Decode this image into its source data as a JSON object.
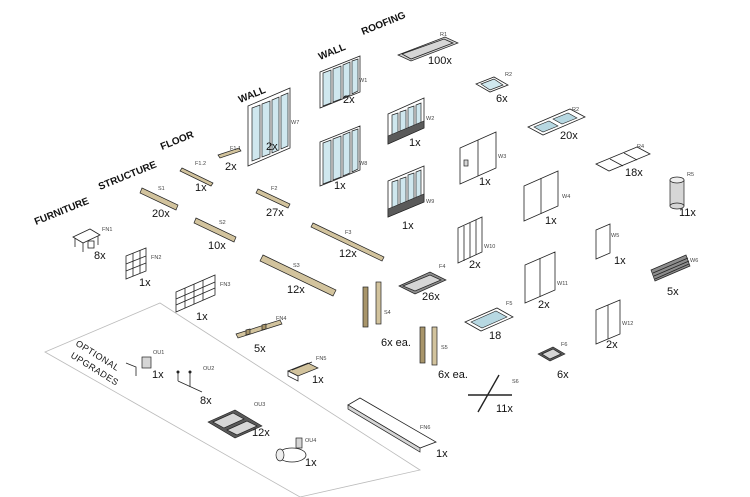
{
  "categories": {
    "furniture": "FURNITURE",
    "structure": "STRUCTURE",
    "floor": "FLOOR",
    "wall1": "WALL",
    "wall2": "WALL",
    "roofing": "ROOFING"
  },
  "optional_upgrades": {
    "line1": "OPTIONAL",
    "line2": "UPGRADES"
  },
  "parts": {
    "R1": {
      "code": "R1",
      "qty": "100x"
    },
    "R2a": {
      "code": "R2",
      "qty": "6x"
    },
    "R2b": {
      "code": "R2",
      "qty": "20x"
    },
    "R4": {
      "code": "R4",
      "qty": "18x"
    },
    "R5": {
      "code": "R5",
      "qty": "11x"
    },
    "W1": {
      "code": "W1",
      "qty": "2x"
    },
    "W2": {
      "code": "W2",
      "qty": "1x"
    },
    "W3": {
      "code": "W3",
      "qty": "1x"
    },
    "W4": {
      "code": "W4",
      "qty": "1x"
    },
    "W5": {
      "code": "W5",
      "qty": "1x"
    },
    "W6": {
      "code": "W6",
      "qty": "5x"
    },
    "W7": {
      "code": "W7",
      "qty": "2x"
    },
    "W8": {
      "code": "W8",
      "qty": "1x"
    },
    "W9": {
      "code": "W9",
      "qty": "1x"
    },
    "W10": {
      "code": "W10",
      "qty": "2x"
    },
    "W11": {
      "code": "W11",
      "qty": "2x"
    },
    "W12": {
      "code": "W12",
      "qty": "2x"
    },
    "F1_1": {
      "code": "F1.1",
      "qty": "2x"
    },
    "F1_2": {
      "code": "F1.2",
      "qty": "1x"
    },
    "F2": {
      "code": "F2",
      "qty": "27x"
    },
    "F3": {
      "code": "F3",
      "qty": "12x"
    },
    "F4": {
      "code": "F4",
      "qty": "26x"
    },
    "F5": {
      "code": "F5",
      "qty": "18"
    },
    "F6": {
      "code": "F6",
      "qty": "6x"
    },
    "S1": {
      "code": "S1",
      "qty": "20x"
    },
    "S2": {
      "code": "S2",
      "qty": "10x"
    },
    "S3": {
      "code": "S3",
      "qty": "12x"
    },
    "S4": {
      "code": "S4",
      "qty": "6x ea."
    },
    "S5": {
      "code": "S5",
      "qty": "6x ea."
    },
    "S6": {
      "code": "S6",
      "qty": "11x"
    },
    "FN1": {
      "code": "FN1",
      "qty": "8x"
    },
    "FN2": {
      "code": "FN2",
      "qty": "1x"
    },
    "FN3": {
      "code": "FN3",
      "qty": "1x"
    },
    "FN4": {
      "code": "FN4",
      "qty": "5x"
    },
    "FN5": {
      "code": "FN5",
      "qty": "1x"
    },
    "FN6": {
      "code": "FN6",
      "qty": "1x"
    },
    "OU1": {
      "code": "OU1",
      "qty": "1x"
    },
    "OU2": {
      "code": "OU2",
      "qty": "8x"
    },
    "OU3": {
      "code": "OU3",
      "qty": "12x"
    },
    "OU4": {
      "code": "OU4",
      "qty": "1x"
    }
  }
}
